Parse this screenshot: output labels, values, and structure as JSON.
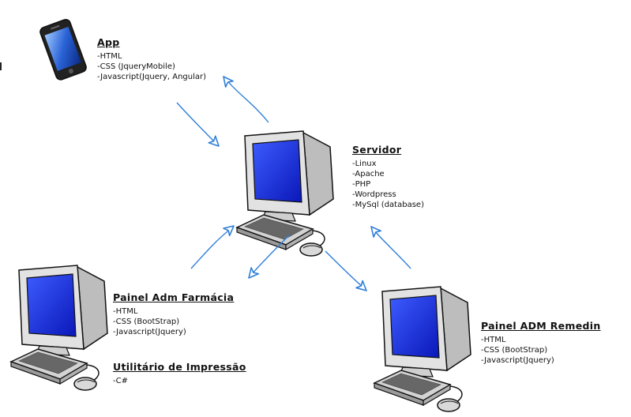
{
  "nodes": {
    "app": {
      "title": "App",
      "items": [
        "-HTML",
        "-CSS (JqueryMobile)",
        "-Javascript(Jquery, Angular)"
      ]
    },
    "servidor": {
      "title": "Servidor",
      "items": [
        "-Linux",
        "-Apache",
        "-PHP",
        "-Wordpress",
        "-MySql (database)"
      ]
    },
    "painel_farmacia": {
      "title": "Painel Adm Farmácia",
      "items": [
        "-HTML",
        "-CSS (BootStrap)",
        "-Javascript(Jquery)"
      ]
    },
    "painel_remedin": {
      "title": "Painel ADM Remedin",
      "items": [
        "-HTML",
        "-CSS (BootStrap)",
        "-Javascript(Jquery)"
      ]
    },
    "utilitario": {
      "title": "Utilitário de Impressão",
      "items": [
        "-C#"
      ]
    }
  },
  "colors": {
    "arrow": "#2f7fd8",
    "screen": "#1f2fd6",
    "monitor_body": "#d9d9d9",
    "outline": "#111111"
  },
  "icons": {
    "app": "smartphone-icon",
    "servidor": "desktop-computer-icon",
    "painel_farmacia": "desktop-computer-icon",
    "painel_remedin": "desktop-computer-icon"
  }
}
